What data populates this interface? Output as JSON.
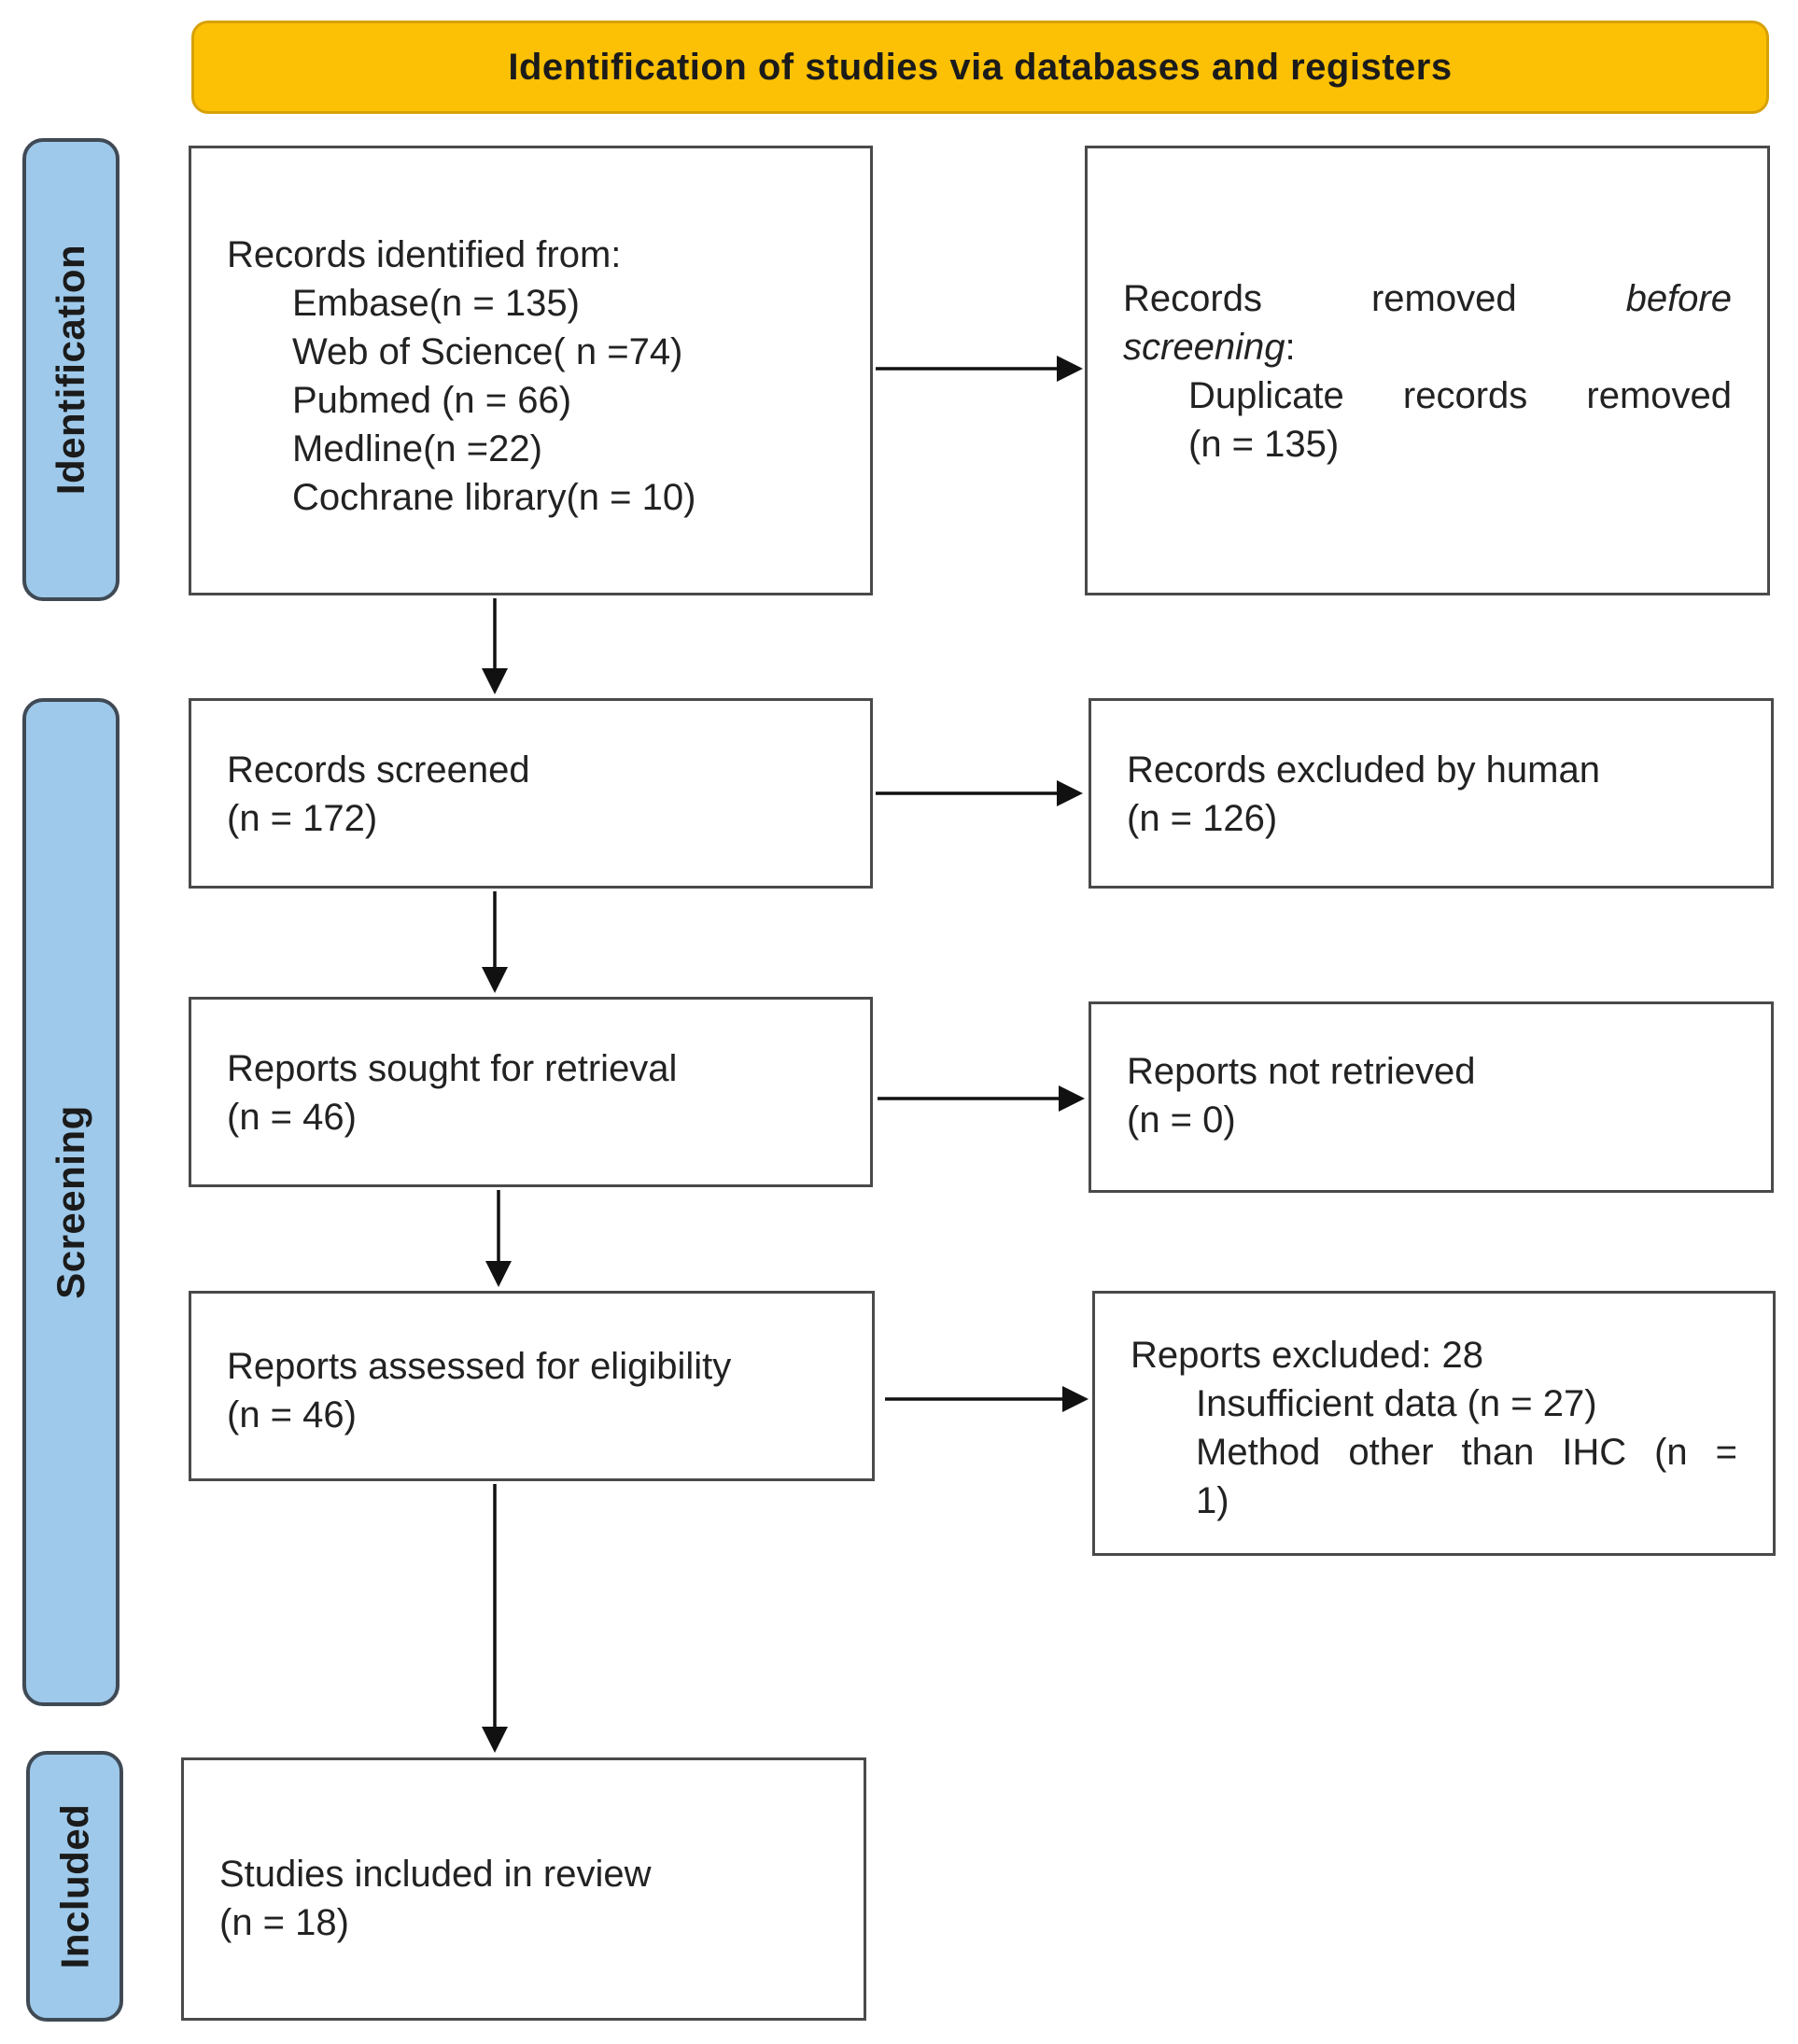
{
  "header": {
    "title": "Identification of studies via databases and registers"
  },
  "phases": {
    "identification": "Identification",
    "screening": "Screening",
    "included": "Included"
  },
  "identified": {
    "title": "Records identified from:",
    "sources": [
      "Embase(n = 135)",
      "Web of Science( n =74)",
      "Pubmed (n = 66)",
      "Medline(n =22)",
      "Cochrane library(n = 10)"
    ]
  },
  "removed": {
    "line1_words": [
      "Records",
      "removed",
      "before"
    ],
    "line2": "screening",
    "line2_suffix": ":",
    "dup_words": [
      "Duplicate",
      "records",
      "removed"
    ],
    "dup_count": "(n = 135)"
  },
  "screened": {
    "title": "Records screened",
    "count": "(n = 172)"
  },
  "excluded_human": {
    "title": "Records excluded by human",
    "count": "(n = 126)"
  },
  "sought": {
    "title": "Reports sought for retrieval",
    "count": "(n = 46)"
  },
  "not_retrieved": {
    "title": "Reports not retrieved",
    "count": "(n = 0)"
  },
  "assessed": {
    "title": "Reports assessed for eligibility",
    "count": "(n = 46)"
  },
  "reports_excluded": {
    "title": "Reports excluded: 28",
    "reason1": "Insufficient data (n = 27)",
    "reason2_words": [
      "Method",
      "other",
      "than",
      "IHC",
      "(n",
      "="
    ],
    "reason2_end": "1)"
  },
  "included_box": {
    "title": "Studies included in review",
    "count": "(n = 18)"
  }
}
